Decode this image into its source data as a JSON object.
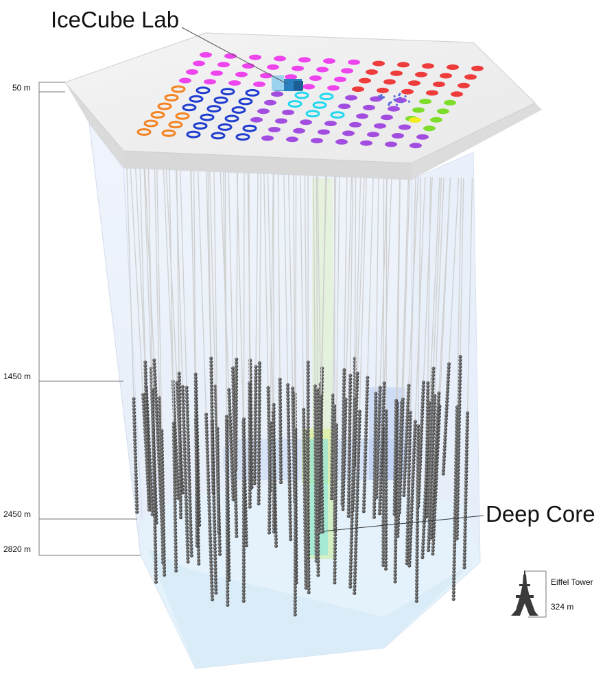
{
  "labels": {
    "icecube_lab": "IceCube Lab",
    "deep_core": "Deep Core",
    "eiffel_tower": "Eiffel Tower",
    "eiffel_height": "324 m"
  },
  "depths": {
    "d50": "50 m",
    "d1450": "1450 m",
    "d2450": "2450 m",
    "d2820": "2820 m"
  },
  "colors": {
    "orange": "#f58220",
    "blue": "#1f3ccf",
    "magenta": "#ee44ee",
    "purple": "#a24de0",
    "red": "#ee3b3b",
    "green": "#7ddd2a",
    "yellow": "#f2ee1e",
    "cyan": "#22d8ee",
    "ice": "#dce8f8",
    "string": "#d0d0d0",
    "dom": "#444444"
  }
}
